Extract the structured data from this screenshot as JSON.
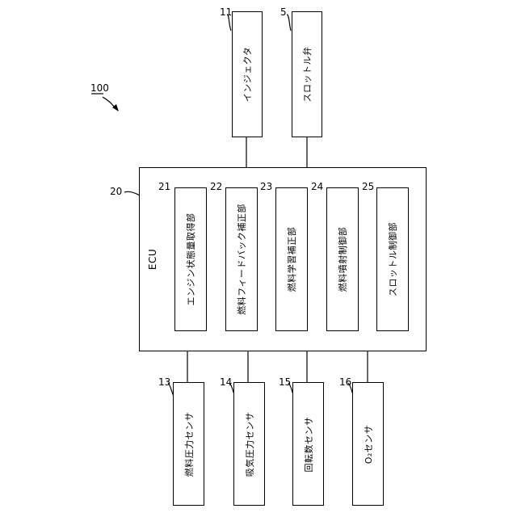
{
  "system": {
    "ref": "100"
  },
  "ecu": {
    "ref": "20",
    "label": "ECU"
  },
  "top_components": [
    {
      "ref": "11",
      "label": "インジェクタ"
    },
    {
      "ref": "5",
      "label": "スロットル弁"
    }
  ],
  "ecu_units": [
    {
      "ref": "21",
      "label": "エンジン状態量取得部"
    },
    {
      "ref": "22",
      "label": "燃料フィードバック補正部"
    },
    {
      "ref": "23",
      "label": "燃料学習補正部"
    },
    {
      "ref": "24",
      "label": "燃料噴射制御部"
    },
    {
      "ref": "25",
      "label": "スロットル制御部"
    }
  ],
  "sensors": [
    {
      "ref": "13",
      "label": "燃料圧力センサ"
    },
    {
      "ref": "14",
      "label": "吸気圧力センサ"
    },
    {
      "ref": "15",
      "label": "回転数センサ"
    },
    {
      "ref": "16",
      "label": "O₂センサ"
    }
  ]
}
